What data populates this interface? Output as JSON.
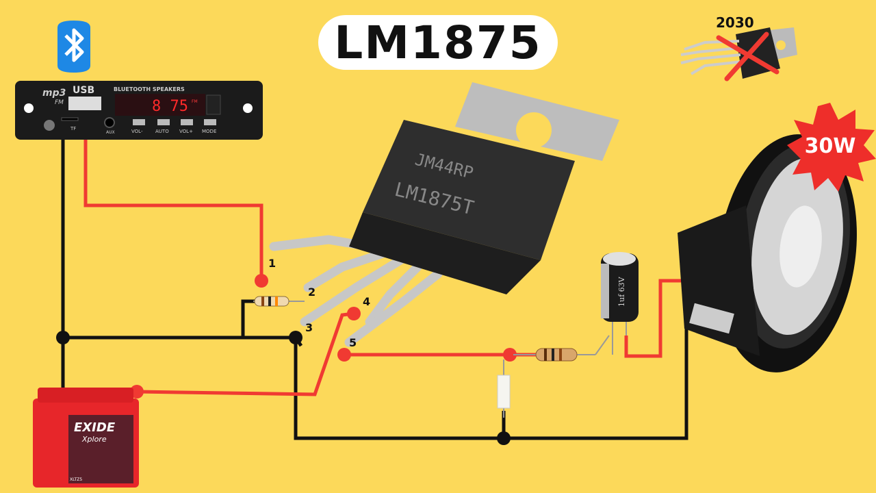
{
  "title": "LM1875",
  "colors": {
    "background": "#FCD95A",
    "positive_wire": "#F03A32",
    "ground_wire": "#111111",
    "badge": "#EE2E2A"
  },
  "mp3_module": {
    "logo": "mp3",
    "logo_sub": "FM",
    "usb_label": "USB",
    "display_header": "BLUETOOTH SPEAKERS",
    "display_value": "8 75",
    "display_unit": "FM",
    "tf_label": "TF",
    "aux_label": "AUX",
    "buttons": [
      "VOL-",
      "AUTO",
      "VOL+",
      "MODE"
    ],
    "icon": "bluetooth-icon"
  },
  "ic": {
    "marking_line1": "JM44RP",
    "marking_line2": "LM1875T",
    "pins": [
      "1",
      "2",
      "3",
      "4",
      "5"
    ]
  },
  "old_chip": {
    "label": "2030",
    "status": "crossed-out"
  },
  "power_badge": "30W",
  "capacitor": {
    "label": "1uf 63V"
  },
  "battery": {
    "brand": "EXIDE",
    "sub_brand": "Xplore",
    "model": "XLTZ5"
  }
}
